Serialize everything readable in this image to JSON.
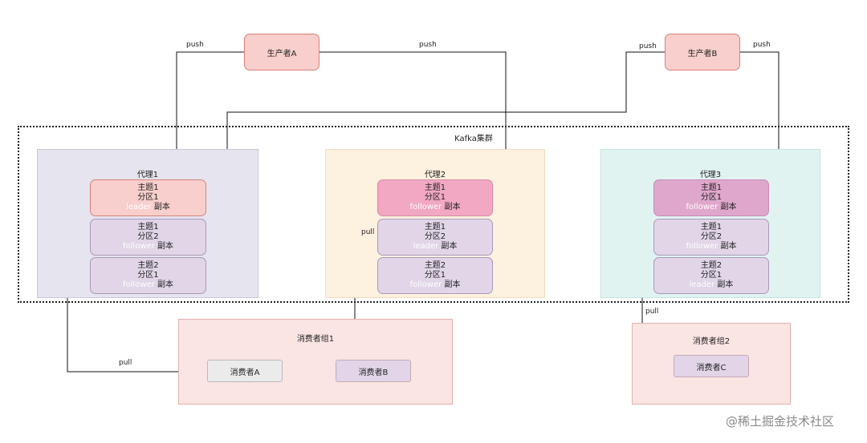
{
  "producers": [
    {
      "id": "producer-a",
      "label": "生产者A"
    },
    {
      "id": "producer-b",
      "label": "生产者B"
    }
  ],
  "cluster": {
    "title": "Kafka集群"
  },
  "brokers": [
    {
      "title": "代理1",
      "partitions": [
        {
          "topic": "主题1",
          "partition": "分区1",
          "role": "leader",
          "suffix": "副本"
        },
        {
          "topic": "主题1",
          "partition": "分区2",
          "role": "follower",
          "suffix": "副本"
        },
        {
          "topic": "主题2",
          "partition": "分区1",
          "role": "follower",
          "suffix": "副本"
        }
      ]
    },
    {
      "title": "代理2",
      "partitions": [
        {
          "topic": "主题1",
          "partition": "分区1",
          "role": "follower",
          "suffix": "副本"
        },
        {
          "topic": "主题1",
          "partition": "分区2",
          "role": "leader",
          "suffix": "副本"
        },
        {
          "topic": "主题2",
          "partition": "分区1",
          "role": "follower",
          "suffix": "副本"
        }
      ]
    },
    {
      "title": "代理3",
      "partitions": [
        {
          "topic": "主题1",
          "partition": "分区1",
          "role": "follower",
          "suffix": "副本"
        },
        {
          "topic": "主题1",
          "partition": "分区2",
          "role": "follower",
          "suffix": "副本"
        },
        {
          "topic": "主题2",
          "partition": "分区1",
          "role": "leader",
          "suffix": "副本"
        }
      ]
    }
  ],
  "consumer_groups": [
    {
      "title": "消费者组1",
      "consumers": [
        "消费者A",
        "消费者B"
      ]
    },
    {
      "title": "消费者组2",
      "consumers": [
        "消费者C"
      ]
    }
  ],
  "edge_labels": {
    "push_a_left": "push",
    "push_a_right": "push",
    "push_b_left": "push",
    "push_b_right": "push",
    "pull_a": "pull",
    "pull_b": "pull",
    "pull_c": "pull"
  },
  "watermark": "@稀土掘金技术社区",
  "colors": {
    "broker1_bg": "#e6e4ee",
    "broker2_bg": "#fdf1df",
    "broker3_bg": "#e1f3f1",
    "leader_b1": "#f8cfcc",
    "follower_b2_top": "#f2a7c3",
    "follower_b3_top": "#e0a7cc",
    "partition_default": "#e1d5e7",
    "role_text": "#ffffff"
  }
}
